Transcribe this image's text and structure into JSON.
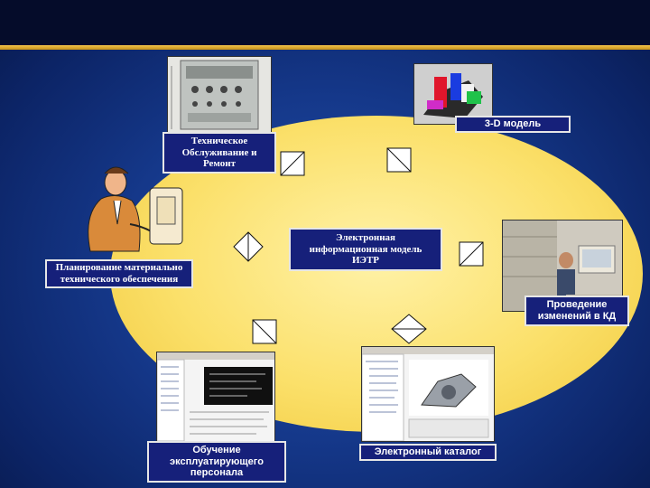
{
  "center_label": "Электронная информационная модель ИЭТР",
  "labels": {
    "maintenance": "Техническое Обслуживание и Ремонт",
    "model3d": "3-D модель",
    "planning": "Планирование материально технического обеспечения",
    "changes": "Проведение изменений в КД",
    "training": "Обучение эксплуатирующего персонала",
    "catalog": "Электронный каталог"
  },
  "colors": {
    "label_bg": "#16207a",
    "ellipse": "#fbe06a",
    "background": "#15388a",
    "accent_line": "#f2c34a"
  }
}
